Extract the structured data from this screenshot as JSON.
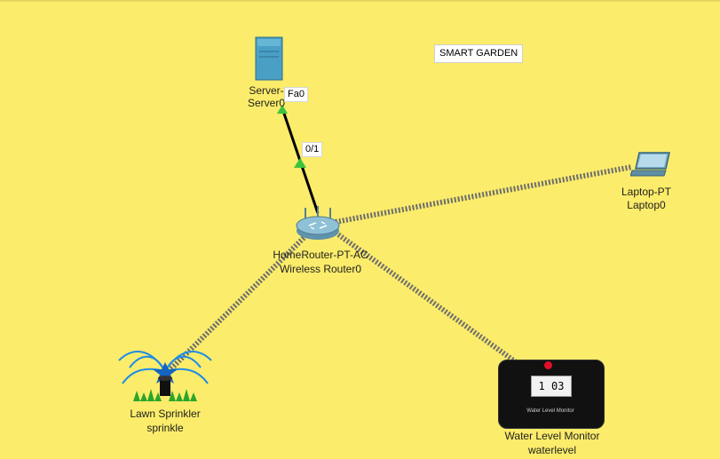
{
  "canvas": {
    "background": "#fbec6b"
  },
  "note": {
    "text": "SMART GARDEN"
  },
  "devices": {
    "server": {
      "type_label": "Server-",
      "name_label": "Server0",
      "port_label": "Fa0",
      "icon": "server-icon"
    },
    "router": {
      "type_label": "HomeRouter-PT-AC",
      "name_label": "Wireless Router0",
      "port_label": "0/1",
      "icon": "wireless-router-icon"
    },
    "laptop": {
      "type_label": "Laptop-PT",
      "name_label": "Laptop0",
      "icon": "laptop-icon"
    },
    "sprinkler": {
      "type_label": "Lawn Sprinkler",
      "name_label": "sprinkle",
      "icon": "lawn-sprinkler-icon"
    },
    "water_monitor": {
      "type_label": "Water Level Monitor",
      "name_label": "waterlevel",
      "display_value": "1 03",
      "device_caption": "Water Level Monitor",
      "icon": "water-level-monitor-icon"
    }
  },
  "colors": {
    "wired_link": "#000000",
    "wireless_link": "#6d6d6d",
    "port_status_up": "#3cc43c"
  }
}
